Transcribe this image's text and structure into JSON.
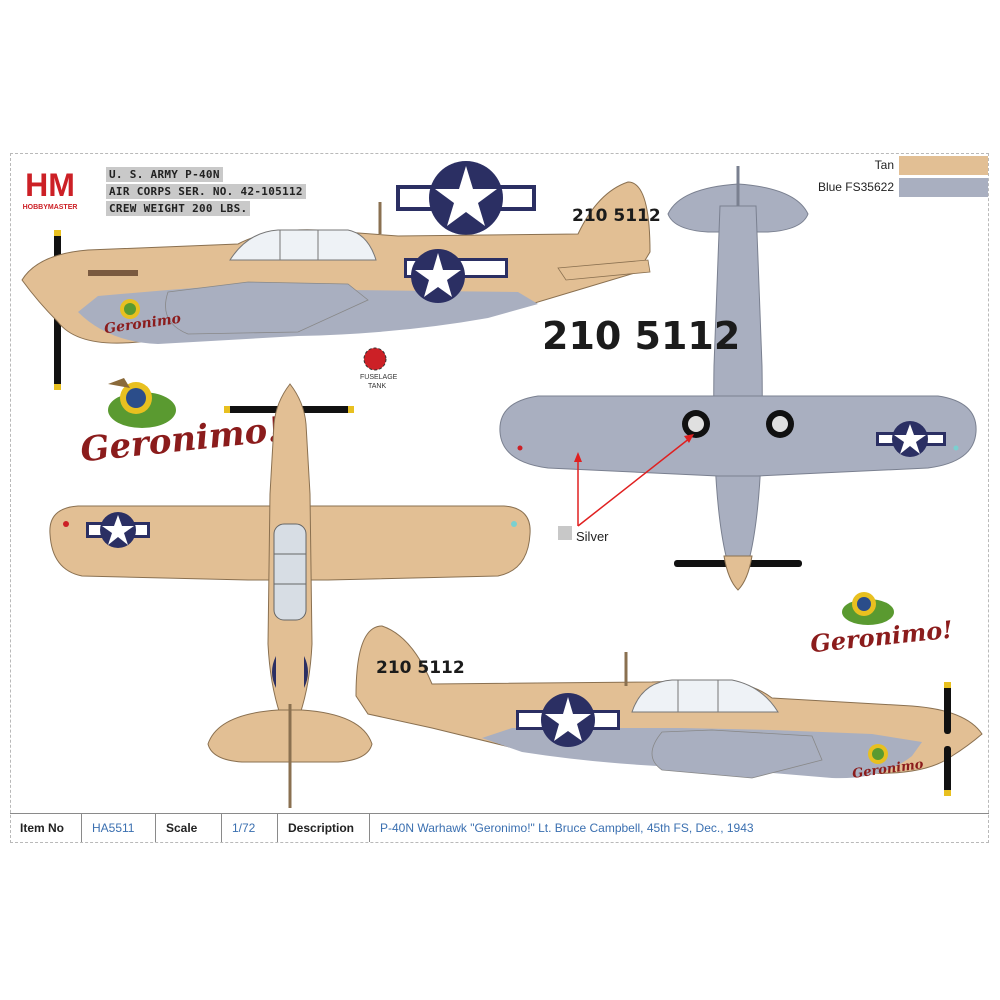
{
  "brand": {
    "logo_text": "HM",
    "logo_subtext": "HOBBYMASTER"
  },
  "stencil": {
    "line1": "U. S. ARMY P-40N",
    "line2": "AIR CORPS SER. NO. 42-105112",
    "line3": "CREW WEIGHT 200 LBS."
  },
  "legend": [
    {
      "label": "Tan",
      "color": "#e2bf94"
    },
    {
      "label": "Blue FS35622",
      "color": "#a9afc0"
    }
  ],
  "serial": {
    "tail": "210 5112",
    "underside": "210 5112",
    "tail_right": "210 5112"
  },
  "nose_art": {
    "text_large": "Geronimo!",
    "text_small_left": "Geronimo",
    "text_small_right": "Geronimo",
    "text_right_detail": "Geronimo!"
  },
  "fuel": {
    "line1": "FUSELAGE",
    "line2": "TANK"
  },
  "callout": {
    "silver_label": "Silver",
    "silver_color": "#c8c8c8"
  },
  "info": {
    "item_no_label": "Item No",
    "item_no": "HA5511",
    "scale_label": "Scale",
    "scale": "1/72",
    "description_label": "Description",
    "description": "P-40N Warhawk \"Geronimo!\" Lt. Bruce Campbell, 45th FS, Dec., 1943"
  },
  "colors": {
    "tan": "#e2bf94",
    "blue": "#a9afc0",
    "insignia_blue": "#2b2f63",
    "red": "#cc2026",
    "arrow_red": "#e02020"
  }
}
